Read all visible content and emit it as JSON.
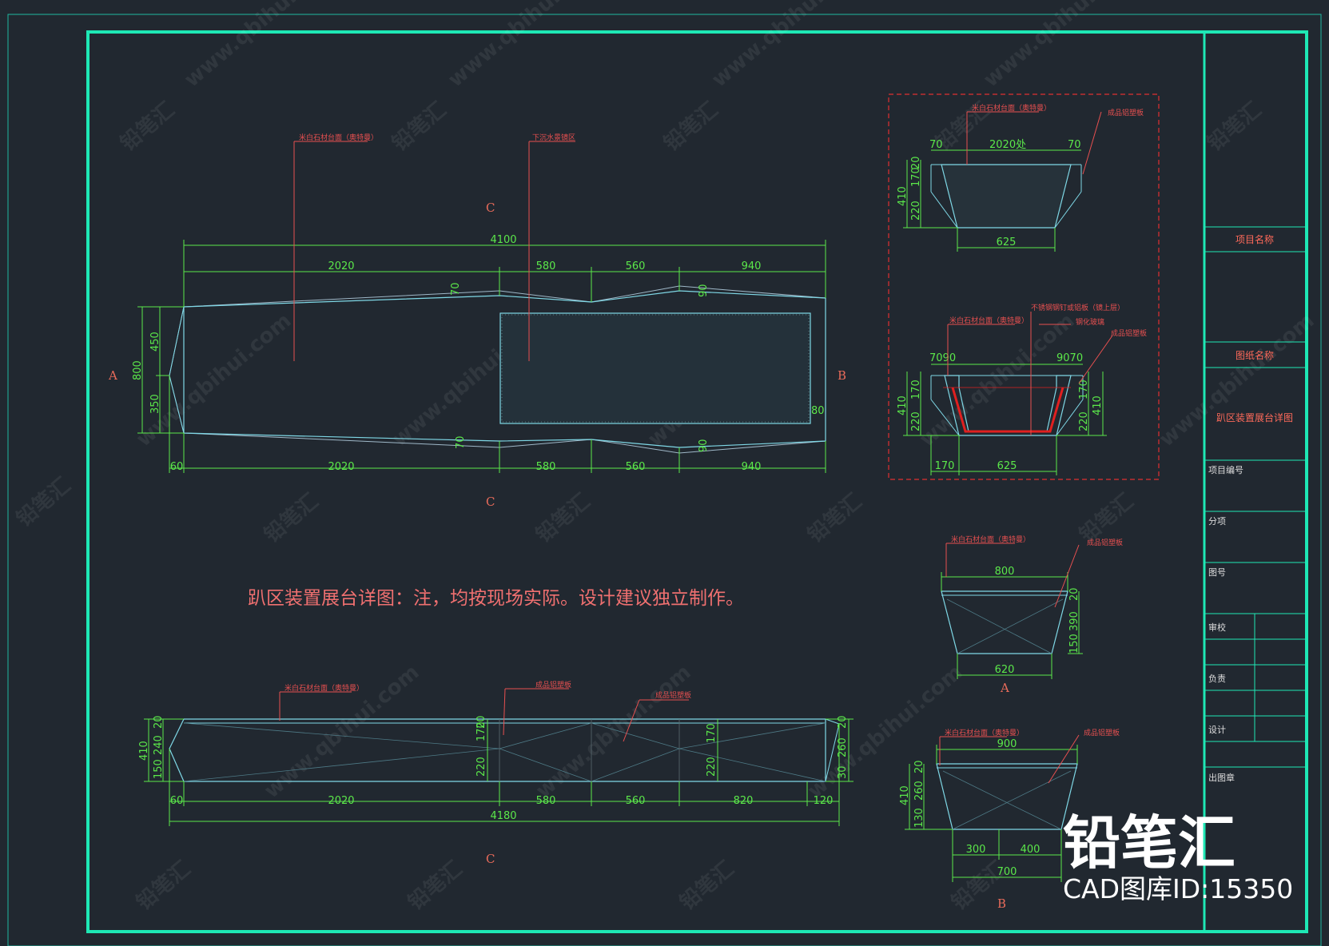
{
  "watermark": {
    "site": "www.qbihui.com",
    "cn": "铅笔汇"
  },
  "brand": {
    "name": "铅笔汇",
    "id": "CAD图库ID:15350"
  },
  "colors": {
    "background": "#212830",
    "frame": "#1ee8b5",
    "dimension": "#5be84a",
    "label": "#e85050",
    "outline": "#7fd8e6"
  },
  "plan": {
    "overall_top": "4100",
    "top_dims": [
      "2020",
      "580",
      "560",
      "940"
    ],
    "bottom_dims": [
      "2020",
      "580",
      "560",
      "940"
    ],
    "left_offset_bottom": "60",
    "left_dims": [
      "450",
      "350"
    ],
    "left_total": "800",
    "offset_70_top": "70",
    "offset_90_top": "90",
    "offset_70_bottom": "70",
    "offset_90_bottom": "90",
    "right_80": "80",
    "label_stone": "米白石材台面（奥特曼）",
    "label_recess": "下沉水景镜区",
    "marker_A": "A",
    "marker_B": "B",
    "marker_C_top": "C",
    "marker_C_bottom": "C"
  },
  "note": "趴区装置展台详图：注，均按现场实际。设计建议独立制作。",
  "elevation_c": {
    "label_stone": "米白石材台面（奥特曼）",
    "label_board1": "成品铝塑板",
    "label_board2": "成品铝塑板",
    "left_dims": [
      "20",
      "240",
      "150"
    ],
    "left_total": "410",
    "mid_dims": [
      "170",
      "20",
      "220"
    ],
    "mid2_dims": [
      "170",
      "220"
    ],
    "right_dims": [
      "20",
      "260",
      "30"
    ],
    "bottom_dims": [
      "60",
      "2020",
      "580",
      "560",
      "820",
      "120"
    ],
    "overall": "4180",
    "marker": "C"
  },
  "section1": {
    "label_stone": "米白石材台面（奥特曼）",
    "label_board": "成品铝塑板",
    "top_dims": [
      "70",
      "2020处",
      "70"
    ],
    "left_dims": [
      "170",
      "20",
      "220"
    ],
    "left_total": "410",
    "bottom": "625"
  },
  "section2": {
    "label_stone": "米白石材台面（奥特曼）",
    "label_steel": "不锈钢钢钉或铝板（镜上层）",
    "label_light": "钢化玻璃",
    "label_board": "成品铝塑板",
    "top_left": "7090",
    "top_right": "9070",
    "left_dims": [
      "170",
      "220"
    ],
    "left_total": "410",
    "right_dims": [
      "170",
      "220"
    ],
    "right_total": "410",
    "bottom_dims": [
      "170",
      "625"
    ]
  },
  "section_a": {
    "label_stone": "米白石材台面（奥特曼）",
    "label_board": "成品铝塑板",
    "top": "800",
    "right_dims": [
      "20",
      "390",
      "150"
    ],
    "bottom": "620",
    "marker": "A"
  },
  "section_b": {
    "label_stone": "米白石材台面（奥特曼）",
    "label_board": "成品铝塑板",
    "top": "900",
    "left_dims": [
      "20",
      "260",
      "130"
    ],
    "left_total": "410",
    "bottom_dims": [
      "300",
      "400"
    ],
    "bottom_total": "700",
    "marker": "B"
  },
  "title_block": {
    "project_name_label": "项目名称",
    "drawing_name_label": "图纸名称",
    "drawing_name": "趴区装置展台详图",
    "project_no": "项目编号",
    "item": "分项",
    "drawing_no": "图号",
    "check": "审校",
    "review": "负责",
    "design": "设计",
    "stamp": "出图章"
  }
}
